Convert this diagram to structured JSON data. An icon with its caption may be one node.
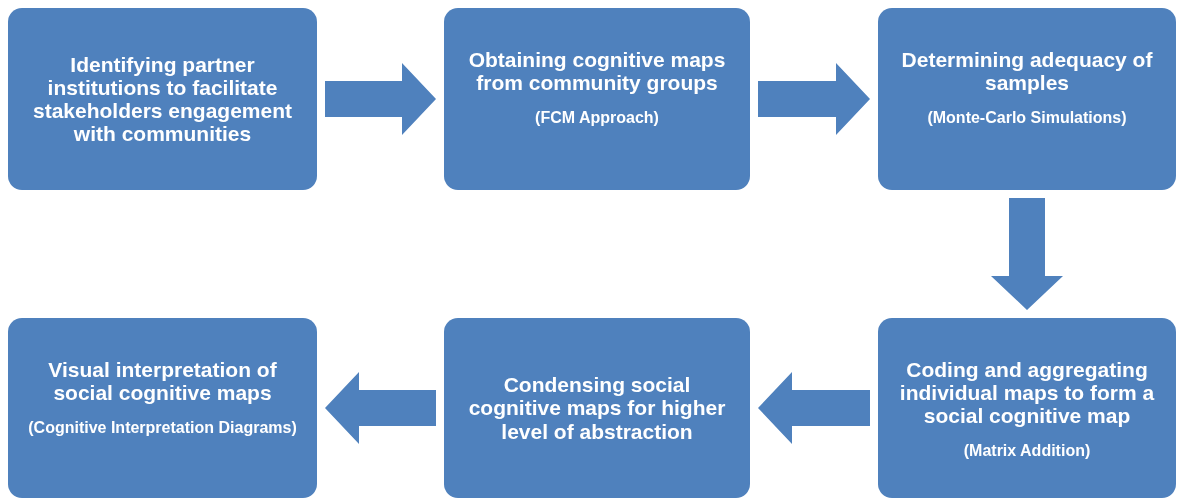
{
  "diagram": {
    "nodes": [
      {
        "text": [
          "Identifying partner institutions to facilitate stakeholders engagement with communities"
        ]
      },
      {
        "text": [
          "Obtaining cognitive maps from community groups",
          "(FCM Approach)"
        ]
      },
      {
        "text": [
          "Determining adequacy of samples",
          "(Monte-Carlo Simulations)"
        ]
      },
      {
        "text": [
          "Coding and aggregating individual maps to form a social cognitive map",
          "(Matrix Addition)"
        ]
      },
      {
        "text": [
          "Condensing social cognitive maps for higher level of abstraction"
        ]
      },
      {
        "text": [
          "Visual interpretation of social cognitive maps",
          "(Cognitive Interpretation Diagrams)"
        ]
      }
    ],
    "edges": [
      {
        "from": 0,
        "to": 1,
        "arrow": "to"
      },
      {
        "from": 1,
        "to": 2,
        "arrow": "to"
      },
      {
        "from": 2,
        "to": 3,
        "arrow": "to"
      },
      {
        "from": 3,
        "to": 4,
        "arrow": "to"
      },
      {
        "from": 4,
        "to": 5,
        "arrow": "to"
      }
    ]
  }
}
